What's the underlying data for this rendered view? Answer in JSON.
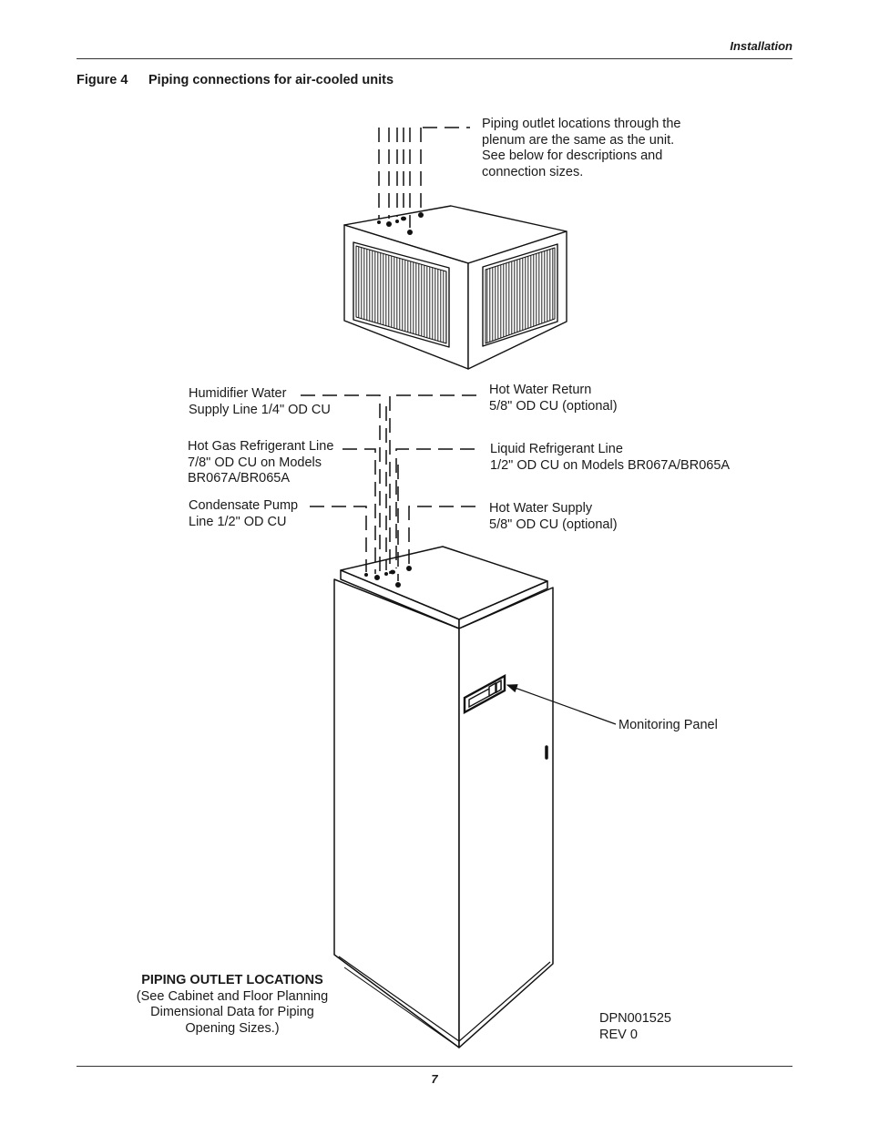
{
  "header": {
    "section": "Installation"
  },
  "figure": {
    "number": "Figure 4",
    "title": "Piping connections for air-cooled units"
  },
  "callouts": {
    "plenum": [
      "Piping outlet locations through the",
      "plenum are the same as the unit.",
      "See below for descriptions and",
      "connection sizes."
    ],
    "humidifier": [
      "Humidifier Water",
      "Supply Line 1/4\" OD CU"
    ],
    "hot_gas": [
      "Hot Gas Refrigerant Line",
      "7/8\" OD CU on Models",
      "BR067A/BR065A"
    ],
    "condensate": [
      "Condensate Pump",
      "Line 1/2\" OD CU"
    ],
    "hot_water_return": [
      "Hot Water Return",
      "5/8\" OD CU (optional)"
    ],
    "liquid_refrigerant": [
      "Liquid Refrigerant Line",
      "1/2\" OD CU on Models BR067A/BR065A"
    ],
    "hot_water_supply": [
      "Hot Water Supply",
      "5/8\" OD CU (optional)"
    ],
    "monitoring_panel": "Monitoring Panel"
  },
  "outlet_note": {
    "title": "PIPING OUTLET LOCATIONS",
    "lines": [
      "(See Cabinet and Floor Planning",
      "Dimensional Data for Piping",
      "Opening Sizes.)"
    ]
  },
  "drawing_ref": {
    "number": "DPN001525",
    "rev": "REV 0"
  },
  "footer": {
    "page": "7"
  }
}
